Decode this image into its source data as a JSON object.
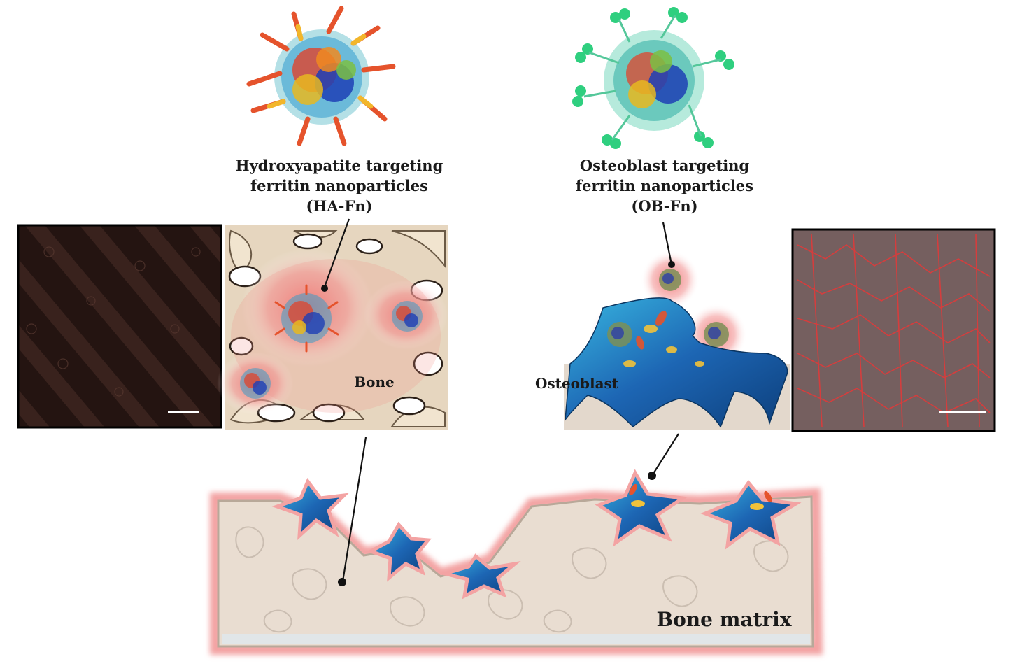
{
  "labels": {
    "ha_fn": {
      "line1": "Hydroxyapatite targeting",
      "line2": "ferritin nanoparticles",
      "line3": "(HA-Fn)"
    },
    "ob_fn": {
      "line1": "Osteoblast targeting",
      "line2": "ferritin nanoparticles",
      "line3": "(OB-Fn)"
    },
    "bone": "Bone",
    "osteoblast": "Osteoblast",
    "bone_matrix": "Bone matrix"
  },
  "colors": {
    "fluorescence_red": "#e03a3a",
    "bone_fill": "#e9ddd1",
    "osteoblast_blue": "#1f7fc0",
    "glow": "#f4a9a9"
  },
  "icons": [
    "ferritin-nanoparticle-icon",
    "osteoblast-cell-icon"
  ]
}
